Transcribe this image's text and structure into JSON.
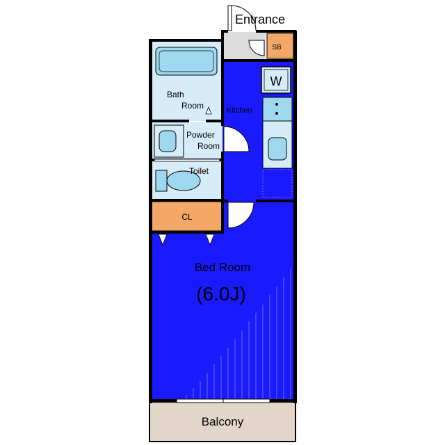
{
  "labels": {
    "entrance": "Entrance",
    "shoe_box": "SB",
    "washer": "W",
    "kitchen": "Kitchen",
    "bath_line1": "Bath",
    "bath_line2": "Room",
    "powder_line1": "Powder",
    "powder_line2": "Room",
    "toilet": "Toilet",
    "closet": "CL",
    "bedroom": "Bed Room",
    "bedroom_size": "(6.0J)",
    "balcony": "Balcony"
  },
  "colors": {
    "wall": "#000000",
    "bedroom_floor": "#1a1aff",
    "wet_area": "#d6ecf8",
    "fixture": "#9fd8ee",
    "storage": "#f3a867",
    "entrance_floor": "#dcdcdc",
    "balcony_floor": "#e2d5c9"
  }
}
